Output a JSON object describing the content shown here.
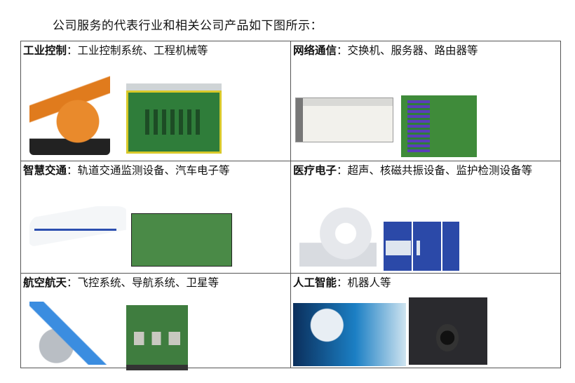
{
  "intro": "公司服务的代表行业和相关公司产品如下图所示：",
  "cells": [
    {
      "title": "工业控制",
      "desc": "：工业控制系统、工程机械等",
      "images": [
        "industrial-robot-arm",
        "industrial-control-board"
      ]
    },
    {
      "title": "网络通信",
      "desc": "：交换机、服务器、路由器等",
      "images": [
        "network-chassis",
        "server-motherboard"
      ]
    },
    {
      "title": "智慧交通",
      "desc": "：轨道交通监测设备、汽车电子等",
      "images": [
        "high-speed-train",
        "automotive-pcb"
      ]
    },
    {
      "title": "医疗电子",
      "desc": "：超声、核磁共振设备、监护检测设备等",
      "images": [
        "ct-scanner",
        "blue-medical-pcb"
      ]
    },
    {
      "title": "航空航天",
      "desc": "：飞控系统、导航系统、卫星等",
      "images": [
        "satellite",
        "aerospace-pcb"
      ]
    },
    {
      "title": "人工智能",
      "desc": "：机器人等",
      "images": [
        "ai-robot",
        "ai-board"
      ]
    }
  ]
}
